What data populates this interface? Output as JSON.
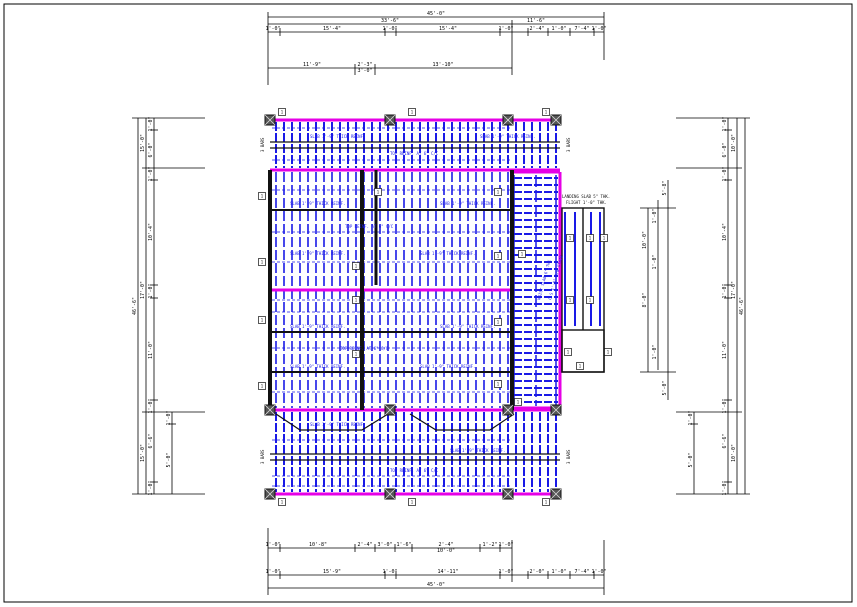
{
  "drawing": {
    "top_dims": {
      "overall": "45'-0\"",
      "row2": [
        "33'-6\"",
        "11'-6\""
      ],
      "row3": [
        "1'-0\"",
        "15'-4\"",
        "1'-0\"",
        "15'-4\"",
        "1'-0\"",
        "2'-4\"",
        "1'-0\"",
        "7'-4\"",
        "1'-0\""
      ],
      "row4": [
        "11'-9\"",
        "2'-3\"",
        "3'-0\"",
        "13'-10\""
      ]
    },
    "bottom_dims": {
      "overall": "45'-0\"",
      "row1": [
        "1'-0\"",
        "10'-8\"",
        "2'-4\"",
        "3'-0\"",
        "1'-6\"",
        "2'-4\"",
        "10'-0\"",
        "1'-2\"",
        "1'-0\""
      ],
      "row2": [
        "1'-0\"",
        "15'-9\"",
        "1'-0\"",
        "14'-11\"",
        "1'-0\"",
        "2'-0\"",
        "1'-0\"",
        "7'-4\"",
        "1'-0\""
      ]
    },
    "left_dims": {
      "overall": "46'-6\"",
      "mid": [
        "15'-0\"",
        "17'-0\"",
        "15'-0\""
      ],
      "inner": [
        "1'-0\"",
        "6'-0\"",
        "1'-0\"",
        "10'-4\"",
        "1'-0\"",
        "11'-0\"",
        "1'-0\"",
        "6'-6\"",
        "1'-0\""
      ],
      "side": [
        "1'-0\"",
        "5'-0\""
      ]
    },
    "right_dims": {
      "overall": "46'-6\"",
      "mid": [
        "10'-0\"",
        "17'-0\"",
        "10'-0\""
      ],
      "inner": [
        "1'-0\"",
        "6'-0\"",
        "1'-0\"",
        "10'-4\"",
        "1'-0\"",
        "11'-0\"",
        "1'-0\"",
        "6'-6\"",
        "1'-0\""
      ],
      "side": [
        "1'-0\"",
        "5'-0\""
      ]
    },
    "stair_dims": [
      "5'-8\"",
      "1'-0\"",
      "10'-0\"",
      "1'-0\"",
      "8'-0\"",
      "1'-0\"",
      "5'-0\""
    ],
    "plan_notes": {
      "slab_note": "SLAB 1'-9\" THICK REINF.",
      "beam_note": "TOP REINF. AT 6\" C/C",
      "landing_note": "LANDING SLAB 5\" THK.",
      "stair_note": "FLIGHT 1'-0\" THK.",
      "dir_note": "WAIST SLAB 6\" THK",
      "flight_note": "C.S 1'-0\" B/W STAIR",
      "beam_label": "5 BARS",
      "col_label": "1",
      "side_label": "3 BARS"
    },
    "colors": {
      "line": "#1a1ae6",
      "beam": "#e600e6",
      "wall": "#111111",
      "column": "#333333"
    }
  }
}
